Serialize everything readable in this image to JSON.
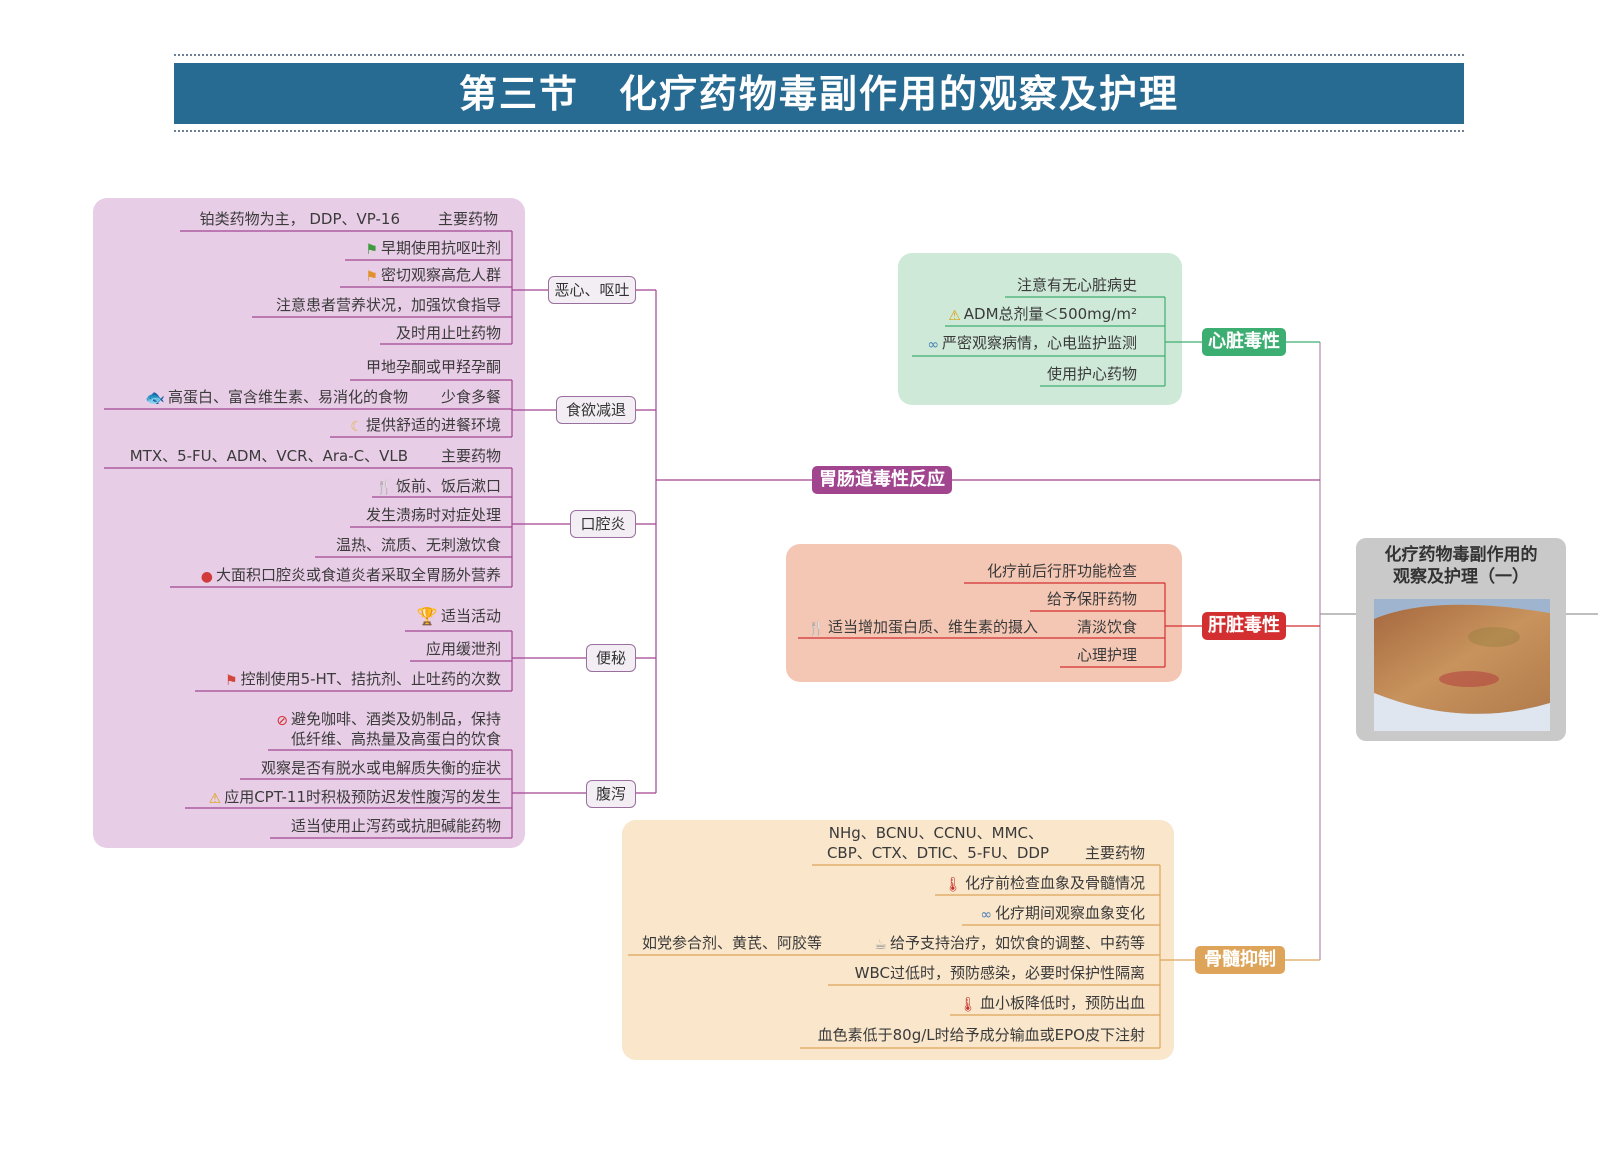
{
  "header": {
    "title": "第三节　化疗药物毒副作用的观察及护理"
  },
  "center": {
    "title_line1": "化疗药物毒副作用的",
    "title_line2": "观察及护理（一）",
    "photo_icon": "arm-skin-photo"
  },
  "majors": {
    "gi": "胃肠道毒性反应",
    "heart": "心脏毒性",
    "liver": "肝脏毒性",
    "marrow": "骨髓抑制"
  },
  "gi": {
    "cats": {
      "nausea": "恶心、呕吐",
      "appetite": "食欲减退",
      "stomatitis": "口腔炎",
      "constipation": "便秘",
      "diarrhea": "腹泻"
    },
    "nausea": {
      "drug": "铂类药物为主， DDP、VP-16",
      "drug_tag": "主要药物",
      "early": "早期使用抗呕吐剂",
      "watch": "密切观察高危人群",
      "nutrition": "注意患者营养状况，加强饮食指导",
      "stop": "及时用止吐药物"
    },
    "appetite": {
      "progest": "甲地孕酮或甲羟孕酮",
      "food": "高蛋白、富含维生素、易消化的食物",
      "food_tag": "少食多餐",
      "env": "提供舒适的进餐环境"
    },
    "stomatitis": {
      "drug": "MTX、5-FU、ADM、VCR、Ara-C、VLB",
      "drug_tag": "主要药物",
      "rinse": "饭前、饭后漱口",
      "ulcer": "发生溃疡时对症处理",
      "diet": "温热、流质、无刺激饮食",
      "tpn": "大面积口腔炎或食道炎者采取全胃肠外营养"
    },
    "constipation": {
      "activity": "适当活动",
      "laxative": "应用缓泄剂",
      "control": "控制使用5-HT、拮抗剂、止吐药的次数"
    },
    "diarrhea": {
      "avoid1": "避免咖啡、酒类及奶制品，保持",
      "avoid2": "低纤维、高热量及高蛋白的饮食",
      "dehydration": "观察是否有脱水或电解质失衡的症状",
      "cpt": "应用CPT-11时积极预防迟发性腹泻的发生",
      "antidiarrheal": "适当使用止泻药或抗胆碱能药物"
    }
  },
  "heart": {
    "history": "注意有无心脏病史",
    "adm": "ADM总剂量＜500mg/m²",
    "ecg": "严密观察病情，心电监护监测",
    "protect": "使用护心药物"
  },
  "liver": {
    "check": "化疗前后行肝功能检查",
    "drug": "给予保肝药物",
    "protein": "适当增加蛋白质、维生素的摄入",
    "light": "清淡饮食",
    "psych": "心理护理"
  },
  "marrow": {
    "drugs1": "NHg、BCNU、CCNU、MMC、",
    "drugs2": "CBP、CTX、DTIC、5-FU、DDP",
    "drug_tag": "主要药物",
    "check": "化疗前检查血象及骨髓情况",
    "watch": "化疗期间观察血象变化",
    "herbs": "如党参合剂、黄芪、阿胶等",
    "support": "给予支持治疗，如饮食的调整、中药等",
    "wbc": "WBC过低时，预防感染，必要时保护性隔离",
    "plt": "血小板降低时，预防出血",
    "hb": "血色素低于80g/L时给予成分输血或EPO皮下注射"
  },
  "icons": {
    "flag_green": "flag-icon",
    "flag_orange": "flag-icon",
    "flag_red": "flag-icon",
    "fish": "fish-icon",
    "moon": "moon-icon",
    "fork": "fork-knife-icon",
    "badge": "medal-icon",
    "trophy": "trophy-icon",
    "no": "no-entry-icon",
    "warning": "warning-icon",
    "glasses": "glasses-icon",
    "thermo": "thermometer-icon",
    "cup": "cup-icon"
  },
  "colors": {
    "banner": "#286b92",
    "gi_region": "#e8cde6",
    "gi_major": "#a2458f",
    "heart_region": "#cfe9d8",
    "heart_major": "#3dae72",
    "liver_region": "#f4c7b4",
    "liver_major": "#d32f30",
    "marrow_region": "#f9e6cb",
    "marrow_major": "#dea55a"
  }
}
